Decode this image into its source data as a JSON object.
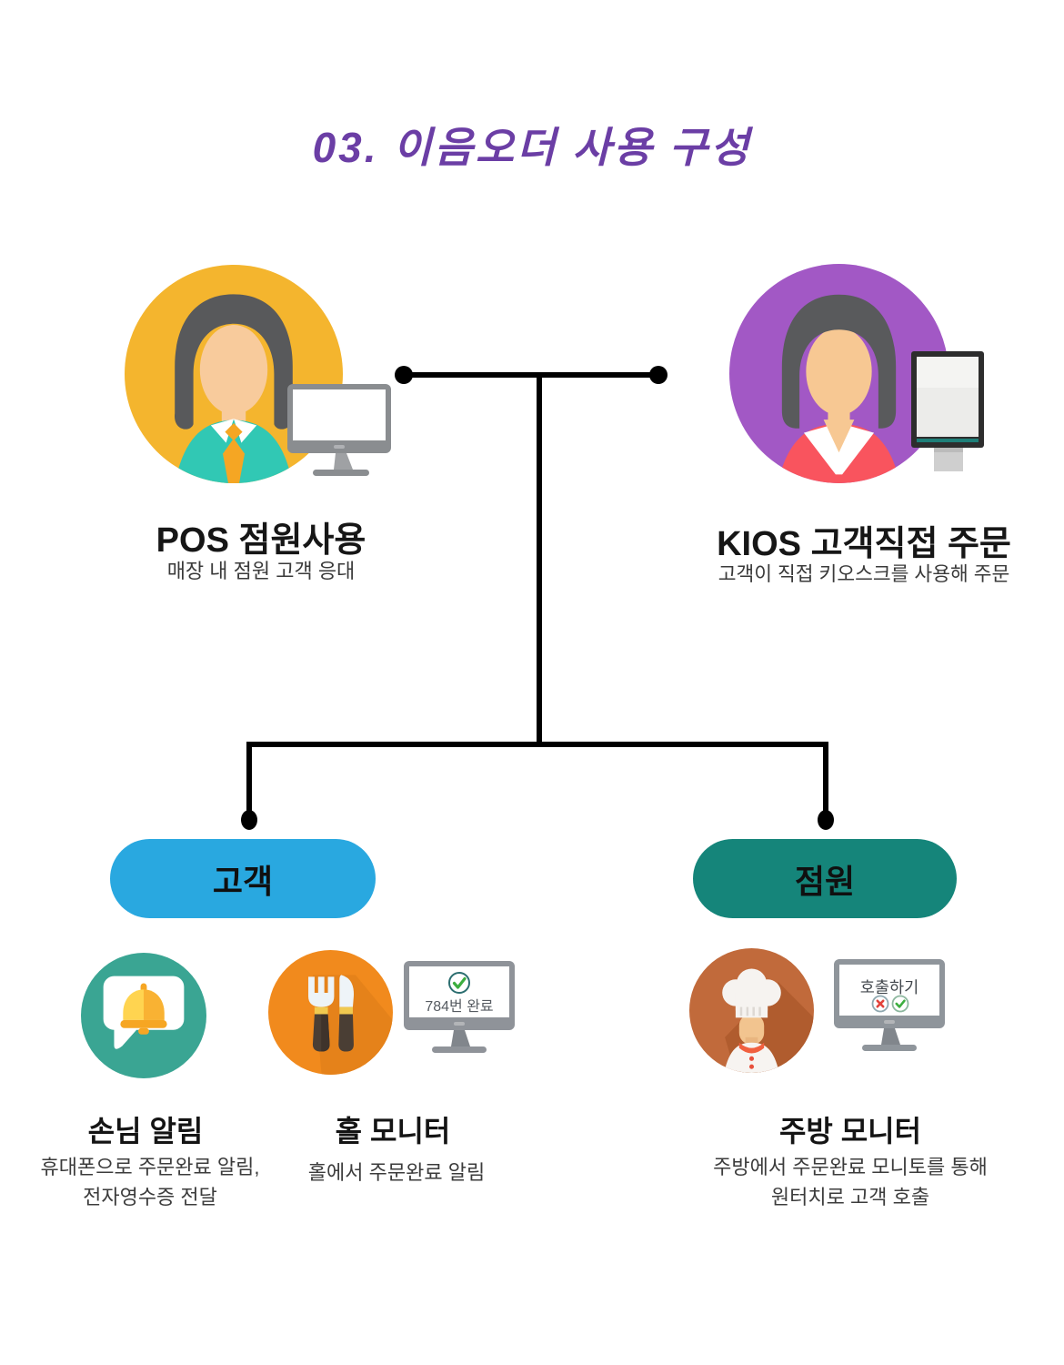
{
  "title": {
    "text": "03. 이음오더 사용 구성"
  },
  "top_nodes": {
    "pos": {
      "label": "POS 점원사용",
      "description": "매장 내 점원 고객 응대"
    },
    "kios": {
      "label": "KIOS 고객직접 주문",
      "description": "고객이 직접 키오스크를 사용해 주문"
    }
  },
  "branches": {
    "customer": {
      "label": "고객"
    },
    "staff": {
      "label": "점원"
    }
  },
  "features": {
    "notify": {
      "title": "손님 알림",
      "description": "휴대폰으로 주문완료 알림,\n전자영수증 전달"
    },
    "hall": {
      "title": "홀 모니터",
      "description": "홀에서 주문완료 알림",
      "monitor_text": "784번 완료"
    },
    "kitchen": {
      "title": "주방 모니터",
      "description": "주방에서 주문완료 모니토를 통해\n원터치로 고객 호출",
      "monitor_text": "호출하기"
    }
  },
  "icons": {
    "pos_node": "female-clerk-avatar + desktop-monitor",
    "kios_node": "female-customer-avatar + kiosk-screen",
    "notify": "bell-in-speech-bubble",
    "hall": "fork-and-knife + monitor-with-green-check",
    "kitchen": "chef-avatar + monitor-with-red-x-and-green-check"
  },
  "colors": {
    "title_text": "#6B3EA5",
    "pos_circle": "#F4B52E",
    "kios_circle": "#A258C5",
    "customer_pill": "#29A8E0",
    "staff_pill": "#15857A",
    "notify_circle": "#3AA593",
    "hall_circle": "#F18A1D",
    "kitchen_circle": "#C16A3B",
    "connector": "#000000"
  }
}
